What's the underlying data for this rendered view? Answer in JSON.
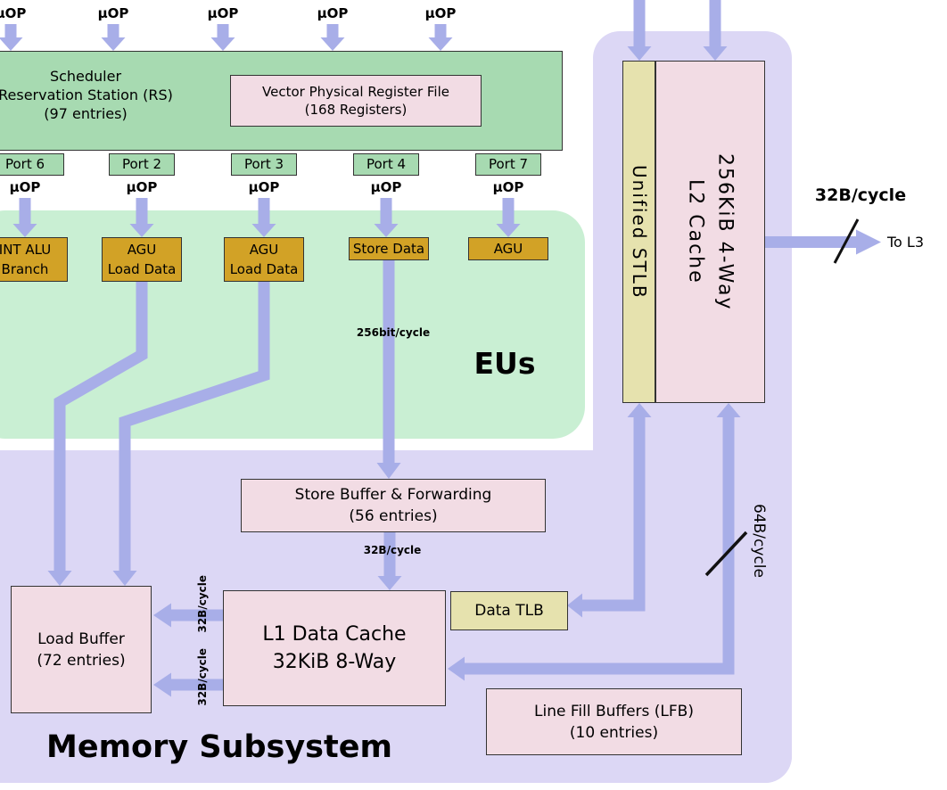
{
  "palette": {
    "scheduler_green": "#a7dab1",
    "eus_mint": "#c9efd3",
    "execution_gold": "#d2a226",
    "buffer_pink": "#f2dce4",
    "tlb_khaki": "#e6e2ae",
    "memory_purple": "#dcd7f5",
    "arrow_blue": "#a8aee8",
    "border": "#333333"
  },
  "top_uops": [
    "μOP",
    "μOP",
    "μOP",
    "μOP",
    "μOP"
  ],
  "scheduler": {
    "line1": "Scheduler",
    "line2": "Reservation Station (RS)",
    "line3": "(97 entries)"
  },
  "vprf": {
    "line1": "Vector Physical Register File",
    "line2": "(168 Registers)"
  },
  "ports": [
    {
      "label": "Port 6",
      "uop": "μOP"
    },
    {
      "label": "Port 2",
      "uop": "μOP"
    },
    {
      "label": "Port 3",
      "uop": "μOP"
    },
    {
      "label": "Port 4",
      "uop": "μOP"
    },
    {
      "label": "Port 7",
      "uop": "μOP"
    }
  ],
  "eus": {
    "title": "EUs",
    "units": [
      {
        "line1": "INT ALU",
        "line2": "Branch"
      },
      {
        "line1": "AGU",
        "line2": "Load Data"
      },
      {
        "line1": "AGU",
        "line2": "Load Data"
      },
      {
        "line1": "Store Data"
      },
      {
        "line1": "AGU"
      }
    ]
  },
  "right_column": {
    "stlb": "Unified STLB",
    "l2_line1": "L2 Cache",
    "l2_line2": "256KiB 4-Way",
    "bw_to_l3": "32B/cycle",
    "to_l3": "To L3",
    "bw_l2_l1": "64B/cycle"
  },
  "memory": {
    "title": "Memory Subsystem",
    "store_buffer_line1": "Store Buffer & Forwarding",
    "store_buffer_line2": "(56 entries)",
    "bw_store_data": "256bit/cycle",
    "bw_store_to_l1": "32B/cycle",
    "l1_line1": "L1 Data Cache",
    "l1_line2": "32KiB 8-Way",
    "data_tlb": "Data TLB",
    "load_buffer_line1": "Load Buffer",
    "load_buffer_line2": "(72 entries)",
    "bw_l1_lb_top": "32B/cycle",
    "bw_l1_lb_bottom": "32B/cycle",
    "lfb_line1": "Line Fill Buffers (LFB)",
    "lfb_line2": "(10 entries)"
  }
}
